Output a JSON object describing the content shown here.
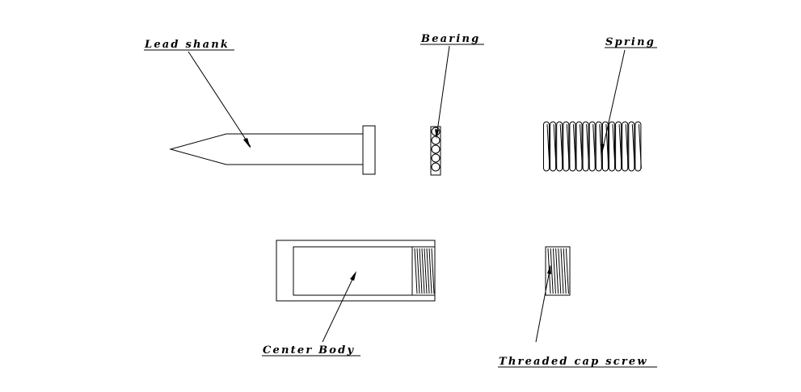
{
  "labels": {
    "lead_shank": "Lead shank",
    "bearing": "Bearing",
    "spring": "Spring",
    "center_body": "Center Body",
    "threaded_cap_screw": "Threaded cap screw"
  },
  "colors": {
    "line": "#000000",
    "background": "#ffffff"
  }
}
